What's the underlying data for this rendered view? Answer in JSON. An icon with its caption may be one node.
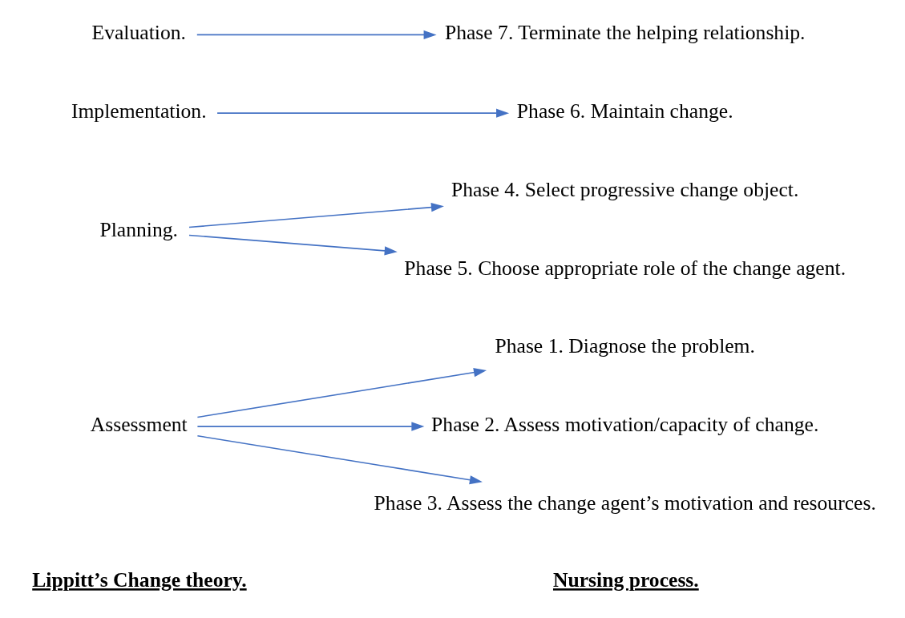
{
  "diagram": {
    "nodes": [
      {
        "text": [
          "Assessment"
        ]
      },
      {
        "text": [
          "Phase 1. Diagnose the problem."
        ]
      },
      {
        "text": [
          "Phase 2. Assess motivation/capacity of change."
        ]
      },
      {
        "text": [
          "Phase 3. Assess the change agent’s motivation and resources."
        ]
      },
      {
        "text": [
          "Planning."
        ]
      },
      {
        "text": [
          "Phase 4. Select progressive change object."
        ]
      },
      {
        "text": [
          "Phase 5. Choose appropriate role of the change agent."
        ]
      },
      {
        "text": [
          "Implementation."
        ]
      },
      {
        "text": [
          "Phase 6. Maintain change."
        ]
      },
      {
        "text": [
          "Evaluation."
        ]
      },
      {
        "text": [
          "Phase 7. Terminate the helping relationship."
        ]
      }
    ],
    "edges": [
      {
        "from": 0,
        "to": 1,
        "arrow": "to"
      },
      {
        "from": 0,
        "to": 2,
        "arrow": "to"
      },
      {
        "from": 0,
        "to": 3,
        "arrow": "to"
      },
      {
        "from": 4,
        "to": 5,
        "arrow": "to"
      },
      {
        "from": 4,
        "to": 6,
        "arrow": "to"
      },
      {
        "from": 7,
        "to": 8,
        "arrow": "to"
      },
      {
        "from": 9,
        "to": 10,
        "arrow": "to"
      }
    ],
    "labels": [
      "Lippitt’s Change theory.",
      "Nursing process."
    ]
  }
}
